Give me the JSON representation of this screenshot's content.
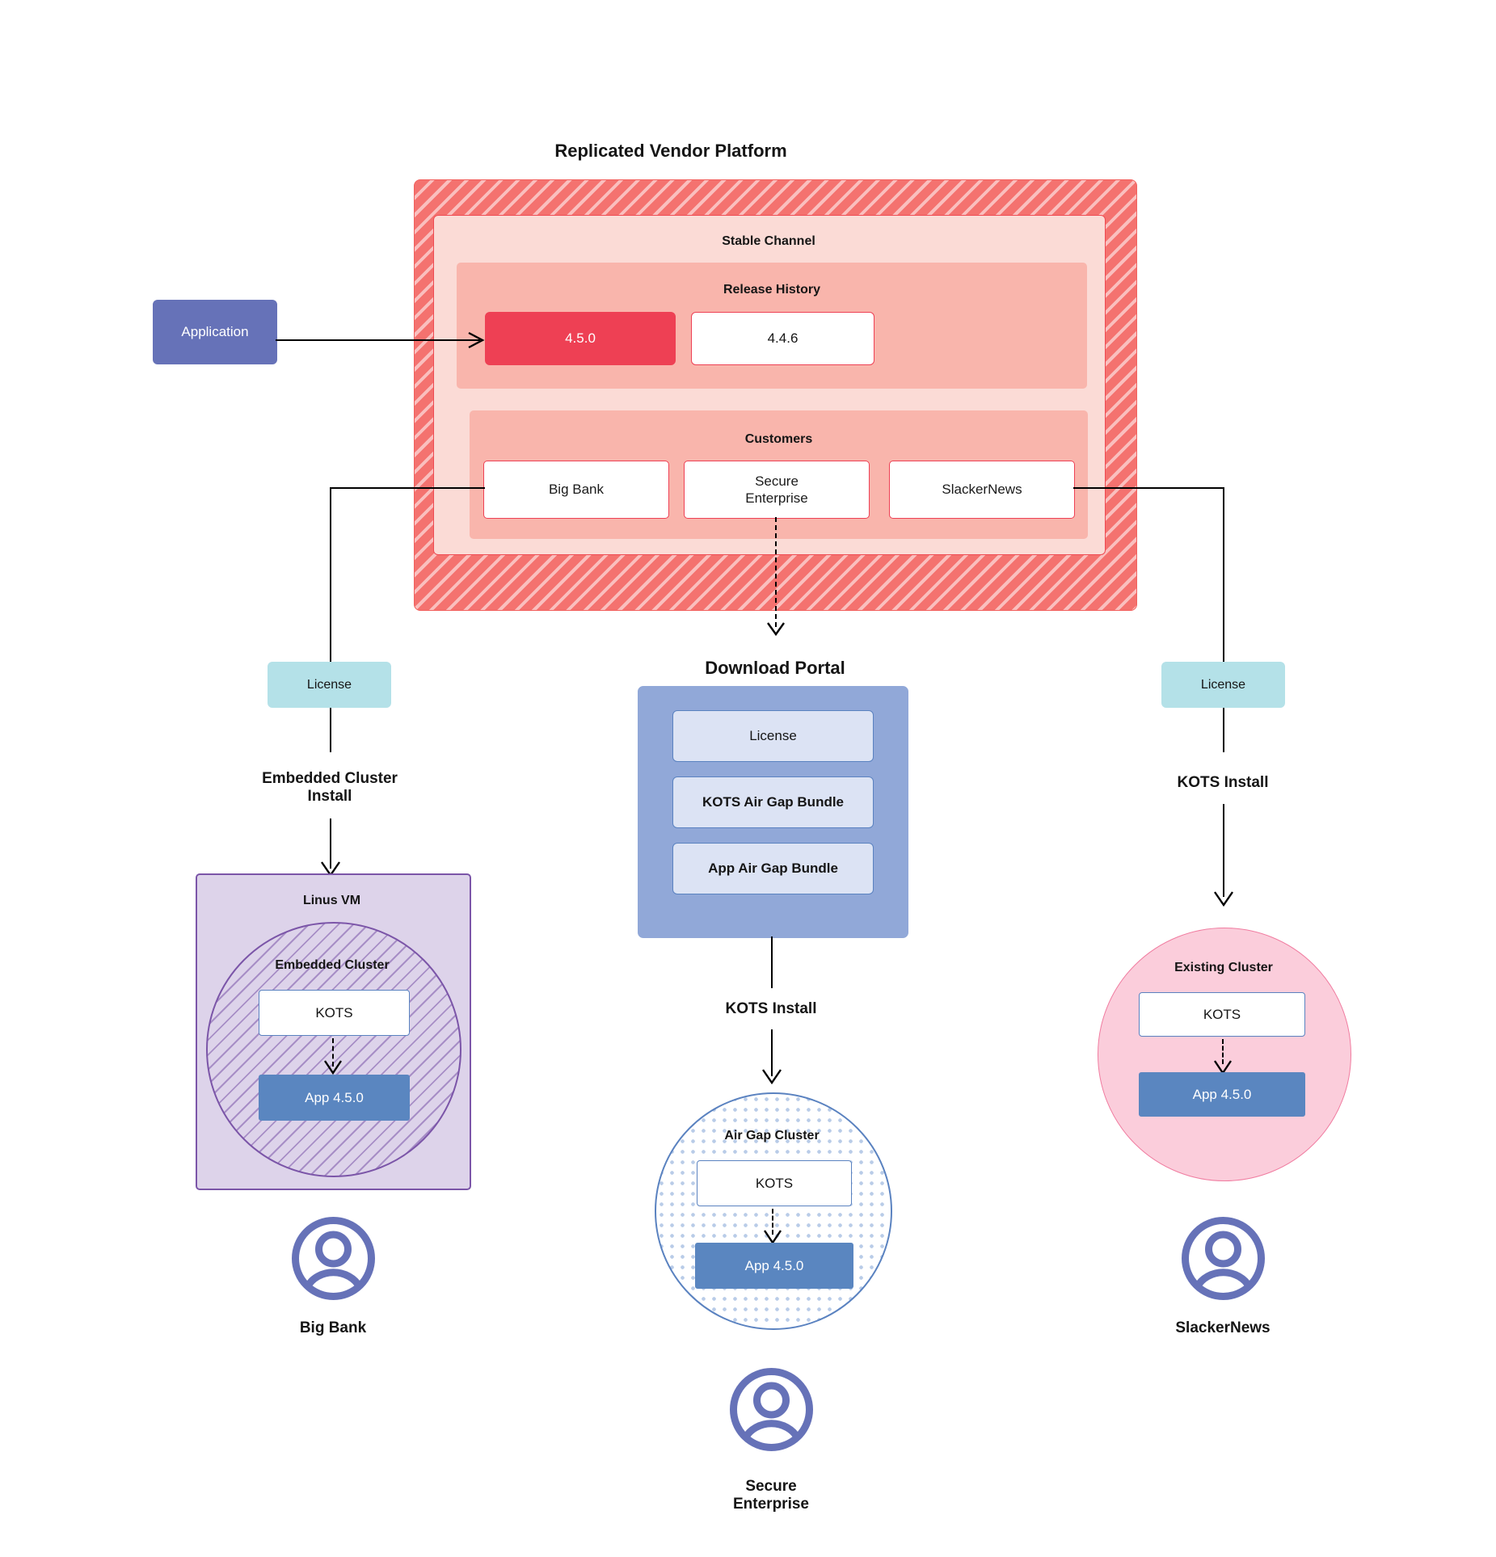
{
  "diagram": {
    "title": "Replicated Vendor Platform",
    "vendor_platform": {
      "title": "Replicated Vendor Platform",
      "stable_channel": {
        "title": "Stable Channel",
        "release_history": {
          "title": "Release History",
          "releases": [
            {
              "version": "4.5.0",
              "state": "current"
            },
            {
              "version": "4.4.6",
              "state": "previous"
            }
          ]
        },
        "customers": {
          "title": "Customers",
          "items": [
            {
              "name": "Big Bank"
            },
            {
              "name": "Secure\nEnterprise",
              "line1": "Secure",
              "line2": "Enterprise"
            },
            {
              "name": "SlackerNews"
            }
          ]
        }
      }
    },
    "application": {
      "label": "Application"
    },
    "licenses": {
      "left_label": "License",
      "right_label": "License"
    },
    "download_portal": {
      "title": "Download  Portal",
      "items": [
        {
          "label": "License"
        },
        {
          "label": "KOTS Air Gap Bundle"
        },
        {
          "label": "App Air Gap Bundle"
        }
      ]
    },
    "install_paths": {
      "left": "Embedded Cluster\nInstall",
      "left_line1": "Embedded Cluster",
      "left_line2": "Install",
      "center": "KOTS Install",
      "right": "KOTS Install"
    },
    "targets": {
      "left": {
        "host_label": "Linus VM",
        "cluster_label": "Embedded Cluster",
        "kots_label": "KOTS",
        "app_label": "App 4.5.0",
        "customer_label": "Big Bank",
        "avatar_icon": "user-avatar-icon"
      },
      "center": {
        "cluster_label": "Air Gap Cluster",
        "kots_label": "KOTS",
        "app_label": "App 4.5.0",
        "customer_label_line1": "Secure",
        "customer_label_line2": "Enterprise",
        "avatar_icon": "user-avatar-icon"
      },
      "right": {
        "cluster_label": "Existing Cluster",
        "kots_label": "KOTS",
        "app_label": "App 4.5.0",
        "customer_label": "SlackerNews",
        "avatar_icon": "user-avatar-icon"
      }
    },
    "colors": {
      "vendor_hatch": "#f4726f",
      "stable_channel_bg": "#fbdbd6",
      "release_bg": "#f9b5ac",
      "release_active": "#ee4054",
      "application": "#6672b8",
      "license": "#b4e1e8",
      "portal": "#91a8d8",
      "portal_item": "#dce3f4",
      "vm_purple": "#ddd3ea",
      "vm_border": "#7b55a8",
      "kots_border": "#5a82c0",
      "app_blue": "#5a86c0",
      "existing_cluster_pink": "#fbcddb",
      "avatar": "#6672b8"
    }
  }
}
